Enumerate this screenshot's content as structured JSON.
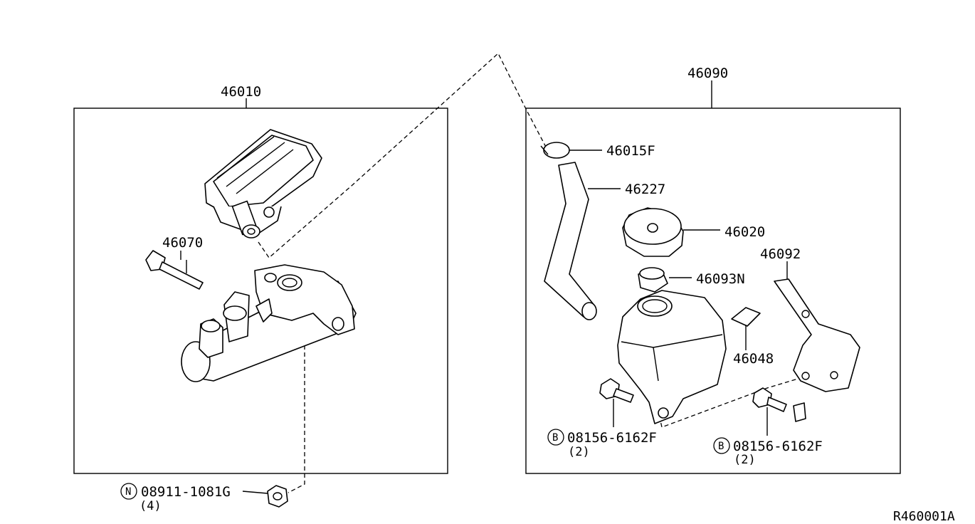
{
  "callouts": {
    "assy_master_cylinder": "46010",
    "assy_reservoir": "46090",
    "clamp": "46015F",
    "hose": "46227",
    "cap": "46020",
    "strainer": "46093N",
    "bracket": "46092",
    "connector": "46048",
    "pin": "46070",
    "bolt_left": "08156-6162F",
    "bolt_left_qty": "(2)",
    "bolt_right": "08156-6162F",
    "bolt_right_qty": "(2)",
    "nut": "08911-1081G",
    "nut_qty": "(4)"
  },
  "symbols": {
    "bolt_left": "B",
    "bolt_right": "B",
    "nut": "N"
  },
  "figure_ref": "R460001A"
}
